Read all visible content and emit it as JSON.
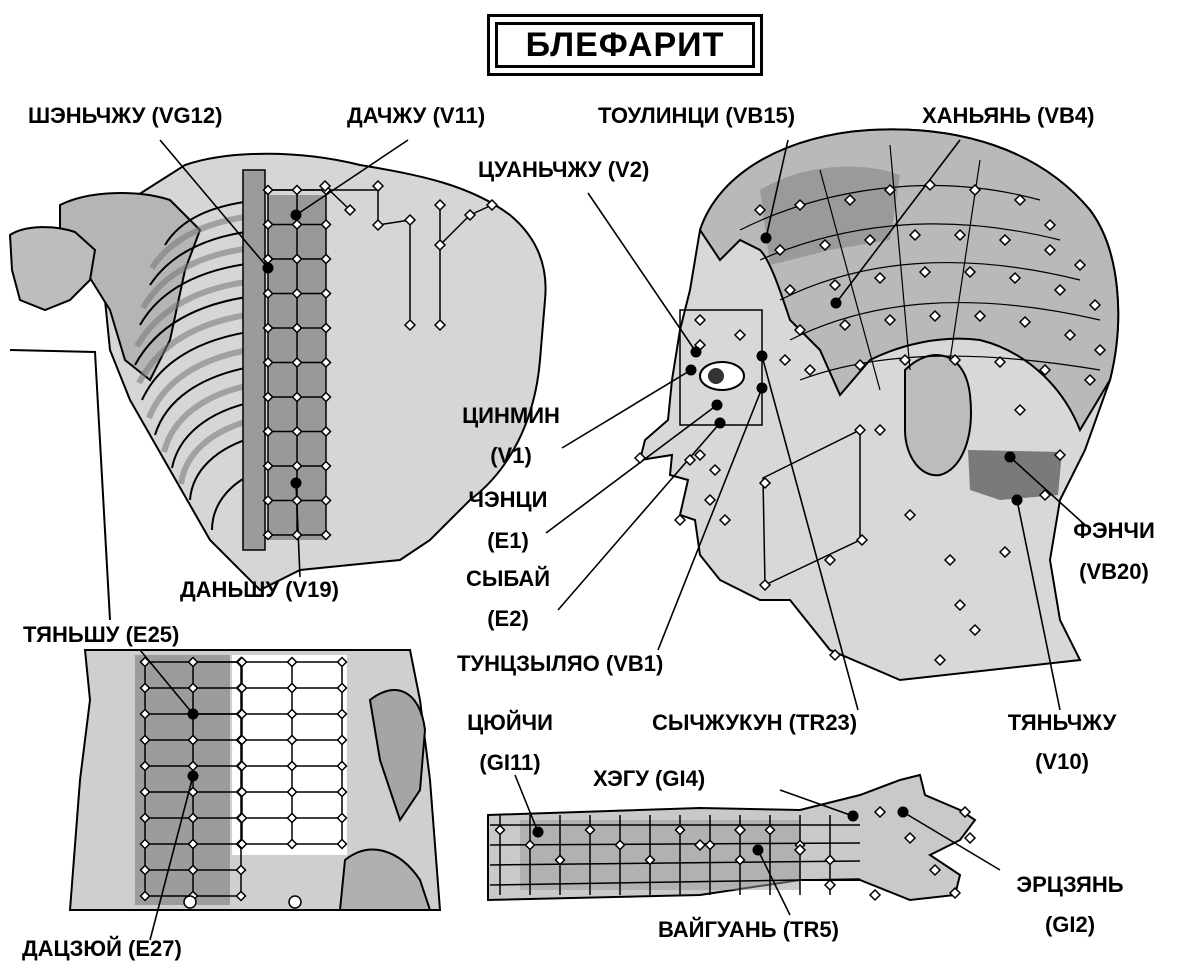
{
  "title": "БЛЕФАРИТ",
  "labels": {
    "shenchzhu": "ШЭНЬЧЖУ (VG12)",
    "dachzhu": "ДАЧЖУ (V11)",
    "toulintsi": "ТОУЛИНЦИ (VB15)",
    "khanyan": "ХАНЬЯНЬ (VB4)",
    "tsuanchzhu": "ЦУАНЬЧЖУ (V2)",
    "tsinmin_1": "ЦИНМИН",
    "tsinmin_2": "(V1)",
    "chentsi_1": "ЧЭНЦИ",
    "chentsi_2": "(E1)",
    "sybai_1": "СЫБАЙ",
    "sybai_2": "(E2)",
    "tuntszylyao": "ТУНЦЗЫЛЯО (VB1)",
    "danshu": "ДАНЬШУ (V19)",
    "tyanshu": "ТЯНЬШУ (E25)",
    "dactszyui": "ДАЦЗЮЙ (E27)",
    "fenchi_1": "ФЭНЧИ",
    "fenchi_2": "(VB20)",
    "tyanchzhu_1": "ТЯНЬЧЖУ",
    "tyanchzhu_2": "(V10)",
    "sychzhukun": "СЫЧЖУКУН (TR23)",
    "tsyuichi_1": "ЦЮЙЧИ",
    "tsyuichi_2": "(GI11)",
    "khegu": "ХЭГУ (GI4)",
    "ertszyan_1": "ЭРЦЗЯНЬ",
    "ertszyan_2": "(GI2)",
    "vaiguan": "ВАЙГУАНЬ (TR5)"
  },
  "colors": {
    "ink": "#000000",
    "skin_light": "#d9d9d9",
    "skin_mid": "#a8a8a8",
    "skin_dark": "#6f6f6f",
    "hair": "#8c8c8c"
  },
  "figures": [
    "back-torso-illustration",
    "head-profile-illustration",
    "abdomen-illustration",
    "forearm-hand-illustration"
  ]
}
